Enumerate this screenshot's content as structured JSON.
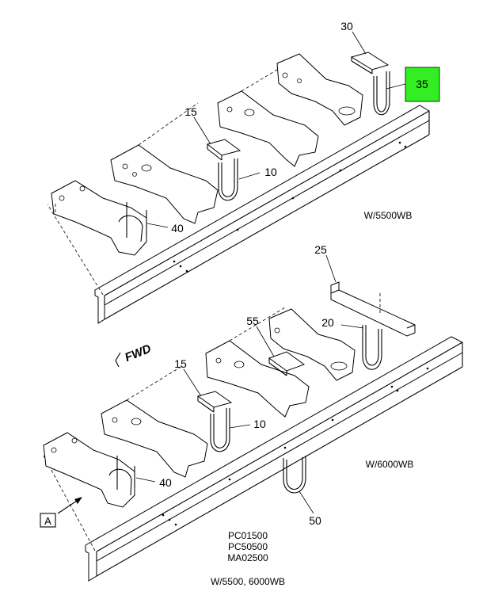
{
  "callouts": {
    "top": {
      "c30": "30",
      "c35": "35",
      "c15": "15",
      "c10": "10",
      "c40": "40"
    },
    "bottom": {
      "c25": "25",
      "c55": "55",
      "c20": "20",
      "c15": "15",
      "c10": "10",
      "c40": "40",
      "c50": "50"
    }
  },
  "highlight_color": "#33ee22",
  "labels": {
    "top_variant": "W/5500WB",
    "bottom_variant": "W/6000WB",
    "fwd": "FWD",
    "view_ref": "A",
    "part_codes": [
      "PC01500",
      "PC50500",
      "MA02500"
    ],
    "applies_to": "W/5500, 6000WB"
  }
}
